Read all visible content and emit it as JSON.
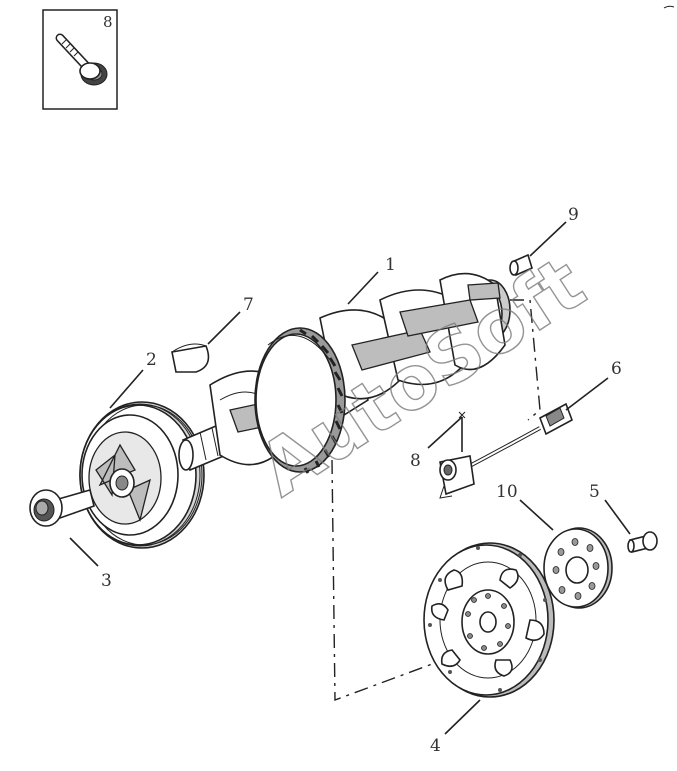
{
  "inset": {
    "label": "8"
  },
  "callouts": [
    {
      "id": "1",
      "label": "1"
    },
    {
      "id": "2",
      "label": "2"
    },
    {
      "id": "3",
      "label": "3"
    },
    {
      "id": "4",
      "label": "4"
    },
    {
      "id": "5",
      "label": "5"
    },
    {
      "id": "6",
      "label": "6"
    },
    {
      "id": "7",
      "label": "7"
    },
    {
      "id": "8",
      "label": "8"
    },
    {
      "id": "9",
      "label": "9"
    },
    {
      "id": "10",
      "label": "10"
    }
  ],
  "watermark": {
    "text": "AutoSoft"
  }
}
